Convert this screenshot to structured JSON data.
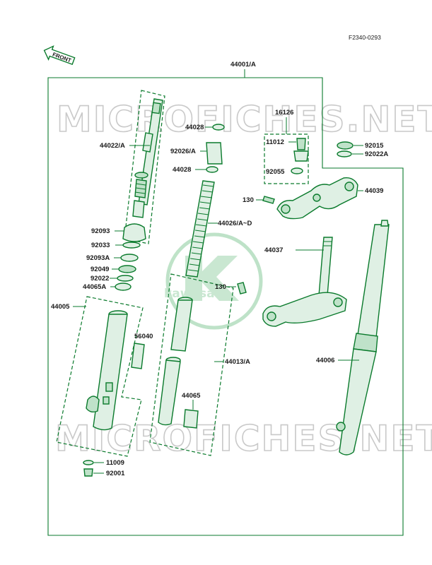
{
  "figure_code": "F2340-0293",
  "front_tag": "FRONT",
  "watermark_top": "MICROFICHES.NET",
  "watermark_bottom": "MICROFICHES.NET",
  "logo_text": "kawasaki",
  "labels": {
    "p44001": "44001/A",
    "p16126": "16126",
    "p44028a": "44028",
    "p44022": "44022/A",
    "p92026": "92026/A",
    "p44028b": "44028",
    "p11012": "11012",
    "p92055": "92055",
    "p92015": "92015",
    "p92022A": "92022A",
    "p130a": "130",
    "p44039": "44039",
    "p92093": "92093",
    "p44026": "44026/A~D",
    "p92033": "92033",
    "p44037": "44037",
    "p92093A": "92093A",
    "p92049": "92049",
    "p92022": "92022",
    "p44065A": "44065A",
    "p130b": "130",
    "p44005": "44005",
    "p56040": "56040",
    "p44013": "44013/A",
    "p44006": "44006",
    "p44065": "44065",
    "p11009": "11009",
    "p92001": "92001"
  },
  "colors": {
    "line": "#0a7a2c",
    "part_fill": "#dff0e4",
    "text": "#1a1a1a"
  }
}
